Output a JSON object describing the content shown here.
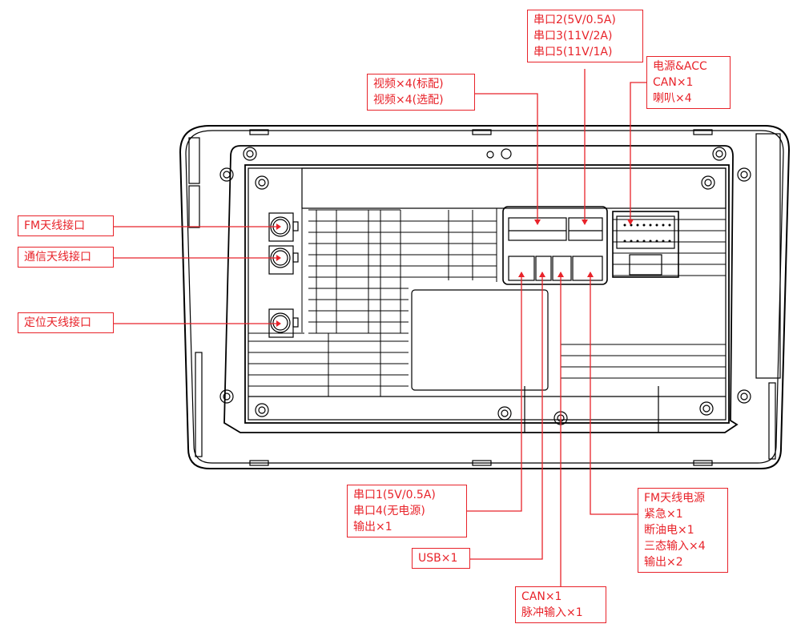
{
  "diagram": {
    "title": "Device rear panel interface diagram",
    "accent_color": "#e8232a",
    "line_color": "#000000",
    "left_labels": {
      "fm_antenna": "FM天线接口",
      "comm_antenna": "通信天线接口",
      "gps_antenna": "定位天线接口"
    },
    "top_labels": {
      "video": [
        "视频×4(标配)",
        "视频×4(选配)"
      ],
      "serial": [
        "串口2(5V/0.5A)",
        "串口3(11V/2A)",
        "串口5(11V/1A)"
      ],
      "power": [
        "电源&ACC",
        "CAN×1",
        "喇叭×4"
      ]
    },
    "bottom_labels": {
      "serial_out": [
        "串口1(5V/0.5A)",
        "串口4(无电源)",
        "输出×1"
      ],
      "usb": [
        "USB×1"
      ],
      "can_pulse": [
        "CAN×1",
        "脉冲输入×1"
      ],
      "fm_io": [
        "FM天线电源",
        "紧急×1",
        "断油电×1",
        "三态输入×4",
        "输出×2"
      ]
    }
  }
}
